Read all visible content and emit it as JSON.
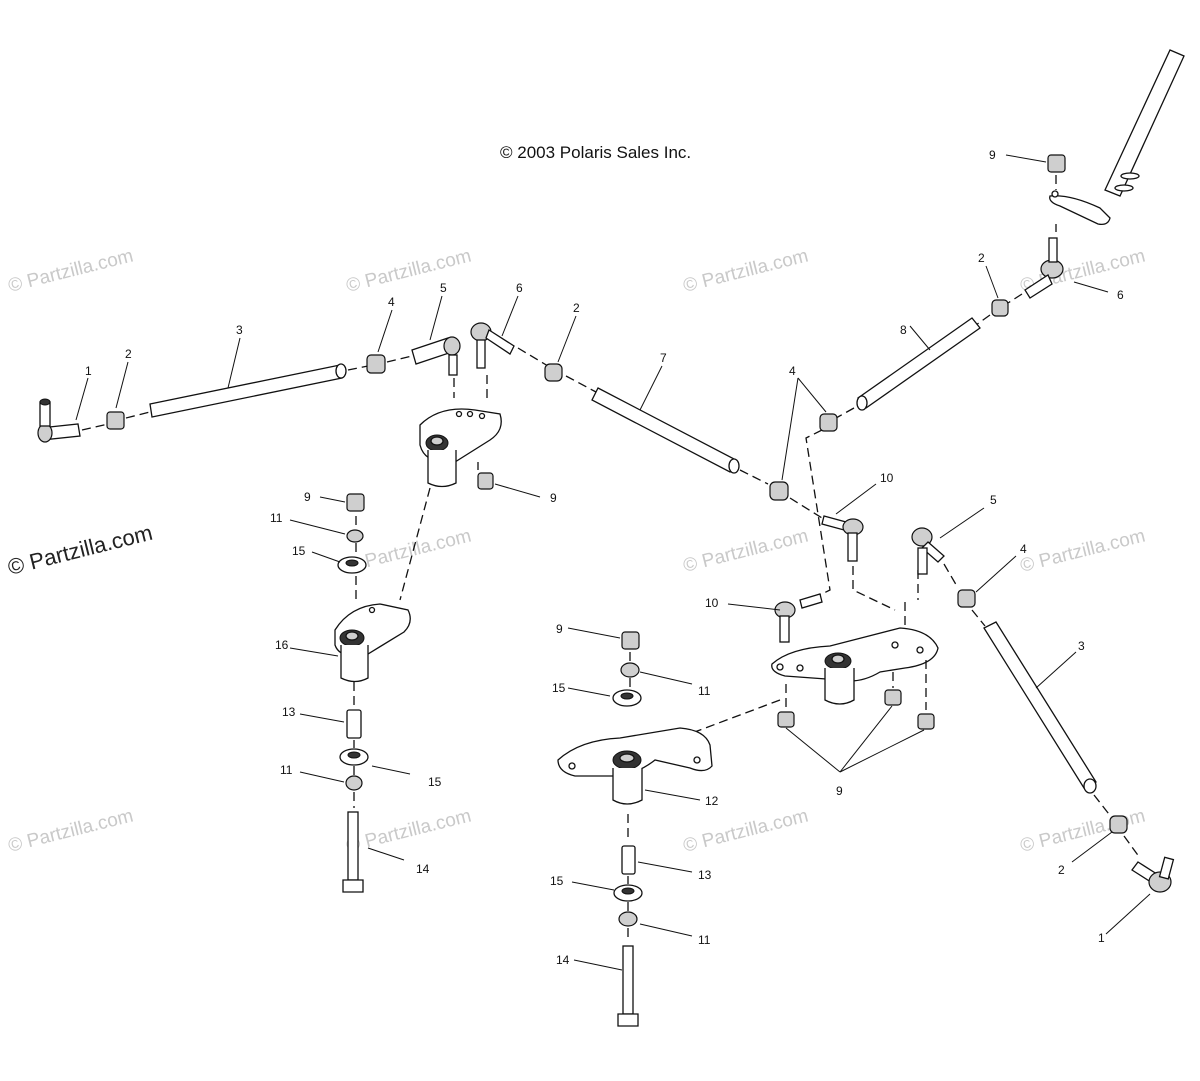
{
  "diagram": {
    "copyright": "© 2003 Polaris Sales Inc.",
    "watermark": "© Partzilla.com",
    "callouts": [
      "1",
      "2",
      "3",
      "4",
      "5",
      "6",
      "7",
      "8",
      "9",
      "10",
      "11",
      "12",
      "13",
      "14",
      "15",
      "16"
    ]
  }
}
